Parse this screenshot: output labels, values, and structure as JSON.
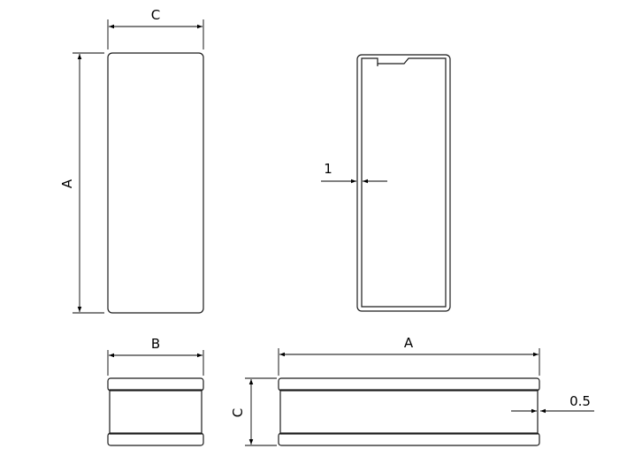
{
  "labels": {
    "front_width": "C",
    "front_height": "A",
    "section_wall": "1",
    "bottom_left_width": "B",
    "bottom_left_height": "C",
    "bottom_right_width": "A",
    "bottom_right_gap": "0.5"
  }
}
